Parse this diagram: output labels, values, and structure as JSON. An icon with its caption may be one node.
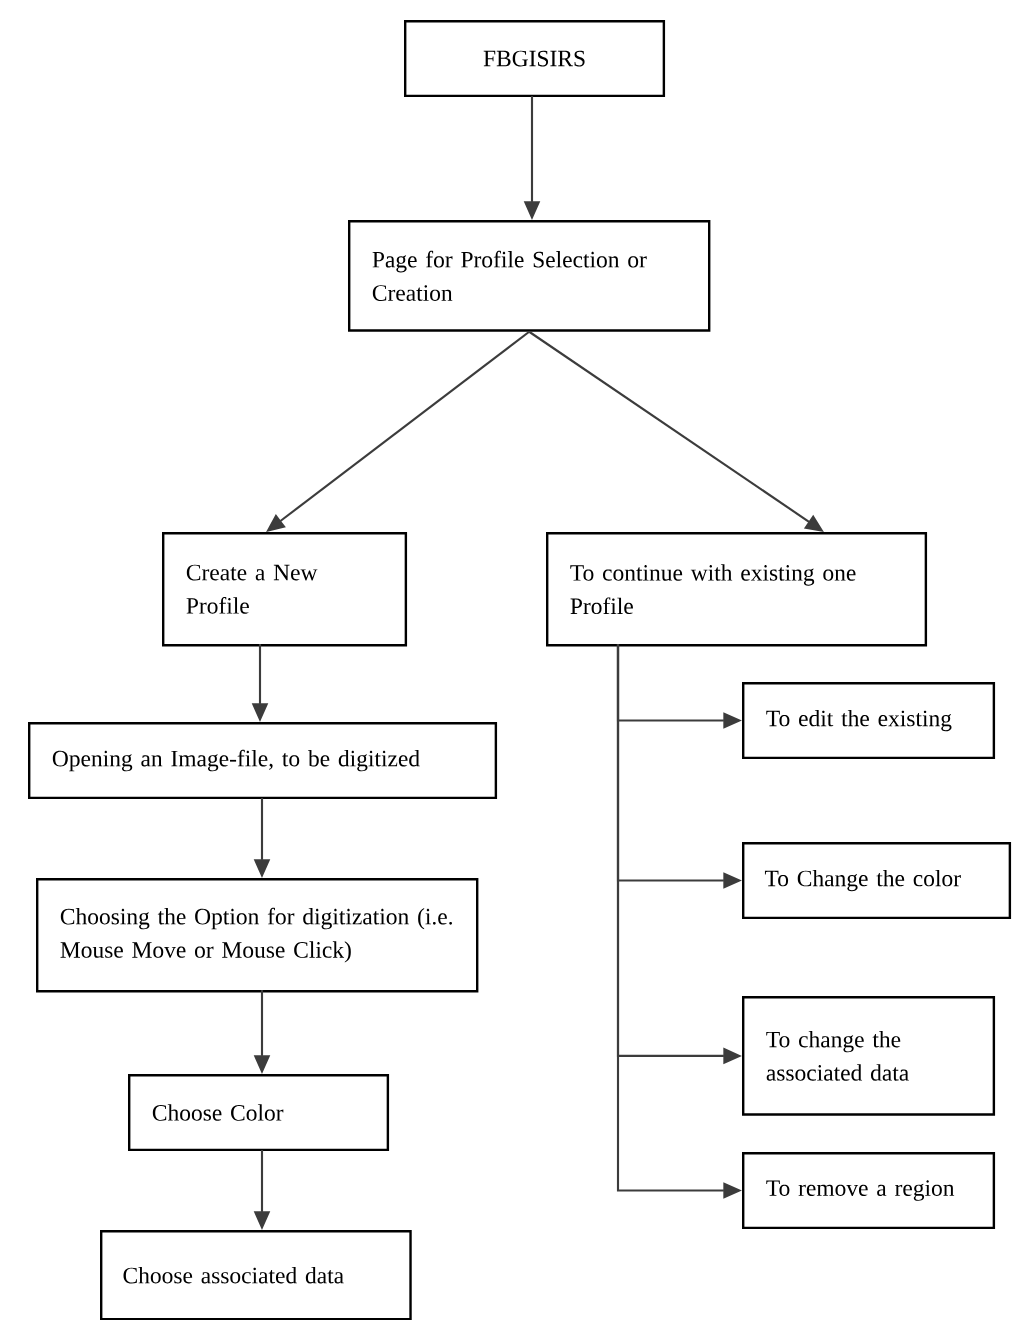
{
  "diagram": {
    "nodes": [
      {
        "text": [
          "FBGISIRS"
        ]
      },
      {
        "text": [
          "Page for Profile Selection or Creation"
        ]
      },
      {
        "text": [
          "Create a New Profile"
        ]
      },
      {
        "text": [
          "To continue with existing one Profile"
        ]
      },
      {
        "text": [
          "Opening an Image-file, to be digitized"
        ]
      },
      {
        "text": [
          "Choosing the Option for digitization (i.e. Mouse Move or Mouse Click)"
        ]
      },
      {
        "text": [
          "Choose Color"
        ]
      },
      {
        "text": [
          "Choose associated data"
        ]
      },
      {
        "text": [
          "To edit the existing"
        ]
      },
      {
        "text": [
          "To Change the color"
        ]
      },
      {
        "text": [
          "To change the associated data"
        ]
      },
      {
        "text": [
          "To remove a region"
        ]
      }
    ],
    "edges": [
      {
        "from": 0,
        "to": 1,
        "arrow": "to"
      },
      {
        "from": 1,
        "to": 2,
        "arrow": "to"
      },
      {
        "from": 1,
        "to": 3,
        "arrow": "to"
      },
      {
        "from": 2,
        "to": 4,
        "arrow": "to"
      },
      {
        "from": 4,
        "to": 5,
        "arrow": "to"
      },
      {
        "from": 5,
        "to": 6,
        "arrow": "to"
      },
      {
        "from": 6,
        "to": 7,
        "arrow": "to"
      },
      {
        "from": 3,
        "to": 8,
        "arrow": "to"
      },
      {
        "from": 3,
        "to": 9,
        "arrow": "to"
      },
      {
        "from": 3,
        "to": 10,
        "arrow": "to"
      },
      {
        "from": 3,
        "to": 11,
        "arrow": "to"
      }
    ]
  }
}
